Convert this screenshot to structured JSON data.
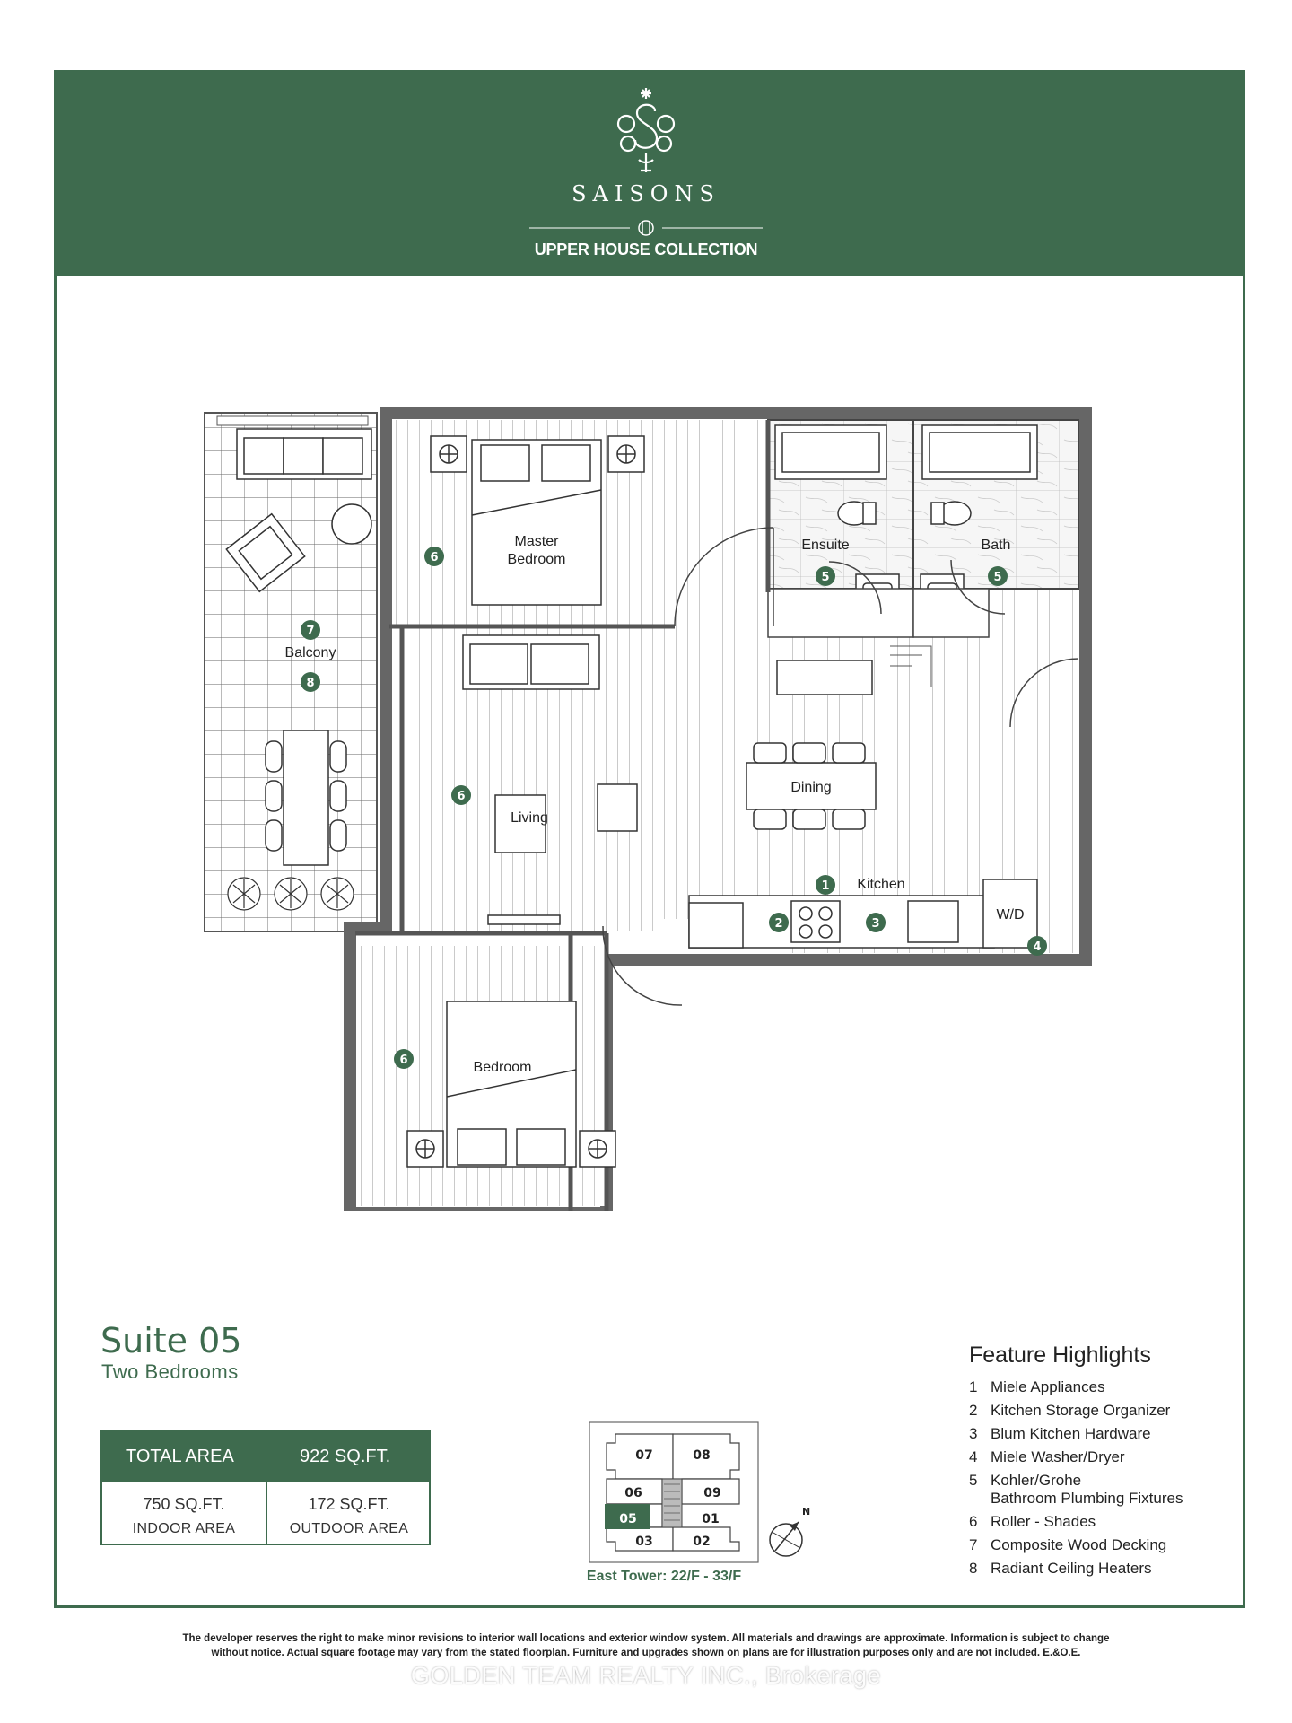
{
  "header": {
    "brand_name": "SAISONS",
    "collection": "UPPER HOUSE COLLECTION",
    "logo_icon": "monogram-s-logo",
    "background_color": "#3e6b4e"
  },
  "floorplan": {
    "rooms": {
      "master_bedroom": "Master Bedroom",
      "ensuite": "Ensuite",
      "bath": "Bath",
      "balcony": "Balcony",
      "living": "Living",
      "dining": "Dining",
      "kitchen": "Kitchen",
      "washer_dryer": "W/D",
      "bedroom": "Bedroom"
    },
    "markers": {
      "m_master": "6",
      "m_ensuite": "5",
      "m_bath": "5",
      "m_balcony_top": "7",
      "m_balcony_bottom": "8",
      "m_living": "6",
      "m_kitchen": "1",
      "m_storage": "2",
      "m_hardware": "3",
      "m_washer": "4",
      "m_bedroom": "6"
    }
  },
  "suite": {
    "title": "Suite 05",
    "subtitle": "Two Bedrooms"
  },
  "area": {
    "total_label": "TOTAL AREA",
    "total_value": "922 SQ.FT.",
    "indoor_value": "750 SQ.FT.",
    "indoor_label": "INDOOR AREA",
    "outdoor_value": "172 SQ.FT.",
    "outdoor_label": "OUTDOOR AREA"
  },
  "key_plan": {
    "units": [
      "07",
      "08",
      "06",
      "09",
      "05",
      "01",
      "03",
      "02"
    ],
    "highlighted": "05",
    "tower_label": "East Tower: 22/F - 33/F",
    "compass_label": "N"
  },
  "features": {
    "title": "Feature Highlights",
    "items": [
      {
        "num": "1",
        "text": "Miele Appliances"
      },
      {
        "num": "2",
        "text": "Kitchen Storage Organizer"
      },
      {
        "num": "3",
        "text": "Blum Kitchen Hardware"
      },
      {
        "num": "4",
        "text": "Miele Washer/Dryer"
      },
      {
        "num": "5",
        "text": "Kohler/Grohe",
        "text2": "Bathroom Plumbing Fixtures"
      },
      {
        "num": "6",
        "text": "Roller - Shades"
      },
      {
        "num": "7",
        "text": "Composite Wood Decking"
      },
      {
        "num": "8",
        "text": "Radiant Ceiling Heaters"
      }
    ]
  },
  "disclaimer": {
    "line1": "The developer reserves the right to make minor revisions to interior wall locations and exterior window system. All materials and drawings are approximate. Information is subject to change",
    "line2": "without notice. Actual square footage may vary from the stated floorplan. Furniture and upgrades shown on plans are for illustration purposes only and are not included. E.&O.E."
  },
  "watermark": "GOLDEN TEAM REALTY INC., Brokerage"
}
